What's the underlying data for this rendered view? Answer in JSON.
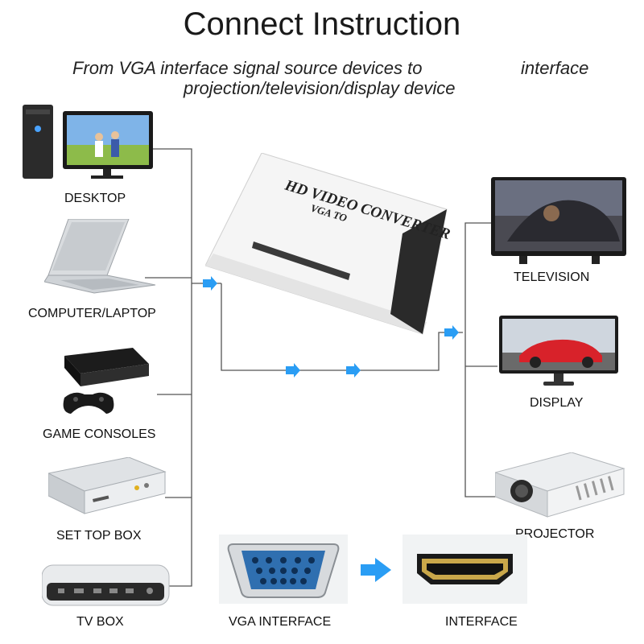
{
  "title": "Connect Instruction",
  "subtitle": {
    "line1_part1": "From VGA interface signal source devices to",
    "line1_part2": "interface",
    "line2": "projection/television/display device"
  },
  "converter": {
    "text1": "HD VIDEO CONVERTER",
    "text2": "VGA TO"
  },
  "sources": [
    {
      "label": "DESKTOP",
      "icon": "desktop-icon"
    },
    {
      "label": "COMPUTER/LAPTOP",
      "icon": "laptop-icon"
    },
    {
      "label": "GAME CONSOLES",
      "icon": "game-console-icon"
    },
    {
      "label": "SET TOP BOX",
      "icon": "set-top-box-icon"
    },
    {
      "label": "TV BOX",
      "icon": "tv-box-icon"
    }
  ],
  "outputs": [
    {
      "label": "TELEVISION",
      "icon": "television-icon"
    },
    {
      "label": "DISPLAY",
      "icon": "display-icon"
    },
    {
      "label": "PROJECTOR",
      "icon": "projector-icon"
    }
  ],
  "interfaces": {
    "vga": "VGA INTERFACE",
    "out": "INTERFACE"
  },
  "colors": {
    "arrow": "#2a9df4",
    "line": "#555555"
  }
}
